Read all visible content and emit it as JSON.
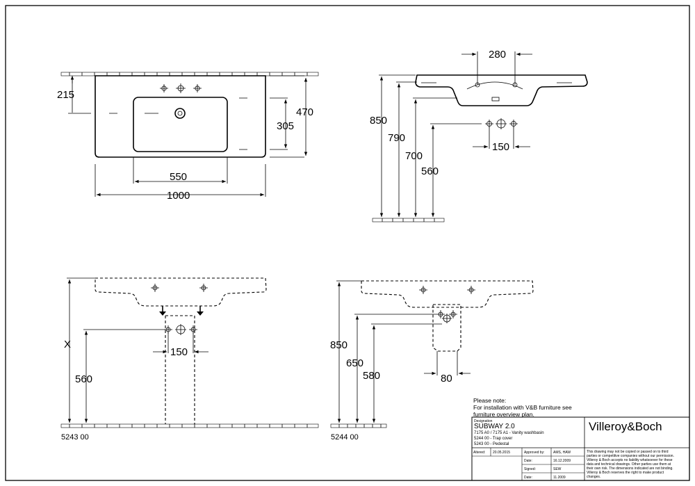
{
  "views": {
    "top": {
      "dims": {
        "d215": "215",
        "d470": "470",
        "d305": "305",
        "d550": "550",
        "d1000": "1000"
      }
    },
    "side": {
      "dims": {
        "d280": "280",
        "d850": "850",
        "d790": "790",
        "d700": "700",
        "d560": "560",
        "d150": "150"
      }
    },
    "furniture": {
      "dims": {
        "dx": "X",
        "d560": "560",
        "d150": "150"
      },
      "code": "5243 00"
    },
    "pedestal": {
      "dims": {
        "d850": "850",
        "d650": "650",
        "d580": "580",
        "d80": "80"
      },
      "code": "5244 00"
    }
  },
  "note": {
    "line1": "Please note:",
    "line2": "For installation with V&B furniture see",
    "line3": "furniture overview plan."
  },
  "titleblock": {
    "designation_label": "Designation",
    "product": "SUBWAY 2.0",
    "line1": "7175 A0 / 7175 A1 - Vanity washbasin",
    "line2": "5244 00 - Trap cover",
    "line3": "5243 00 - Pedestal",
    "altered_label": "Altered:",
    "altered_date": "20.05.2015",
    "approved_label": "Approved by:",
    "approved_value": "AMS, HAW",
    "date_label1": "Date:",
    "date_value1": "16.12.2009",
    "signed_label": "Signed:",
    "signed_value": "SEW",
    "date_label2": "Date:",
    "date_value2": "11.2009",
    "brand": "Villeroy&Boch",
    "disclaimer": [
      "This drawing may not be copied or passed on to third",
      "parties or competitive companies without our permission.",
      "Villeroy & Boch accepts no liability whatsoever for these",
      "data and technical drawings. Other parties use them at",
      "their own risk. The dimensions indicated are not binding.",
      "Villeroy & Boch reserves the right to make product",
      "changes."
    ]
  }
}
